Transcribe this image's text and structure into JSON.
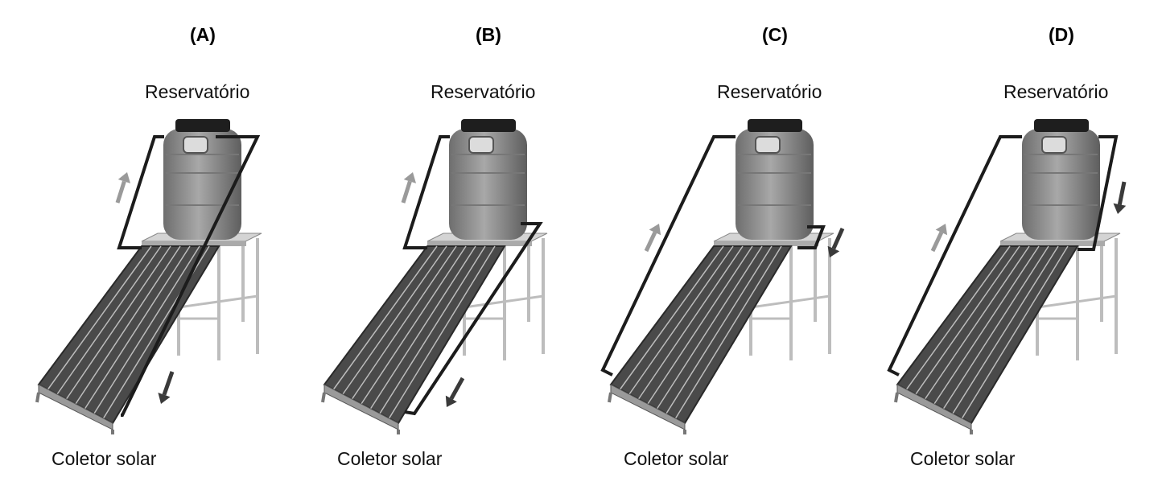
{
  "panels": [
    {
      "label": "(A)",
      "reservoir": "Reservatório",
      "collector": "Coletor solar"
    },
    {
      "label": "(B)",
      "reservoir": "Reservatório",
      "collector": "Coletor solar"
    },
    {
      "label": "(C)",
      "reservoir": "Reservatório",
      "collector": "Coletor solar"
    },
    {
      "label": "(D)",
      "reservoir": "Reservatório",
      "collector": "Coletor solar"
    }
  ],
  "colors": {
    "pipe": "#1c1c1c",
    "arrow_up": "#9a9a9a",
    "arrow_down": "#3a3a3a",
    "collector": "#4a4a4a",
    "barrel": "#8f8f8f",
    "stand": "#bdbdbd"
  }
}
